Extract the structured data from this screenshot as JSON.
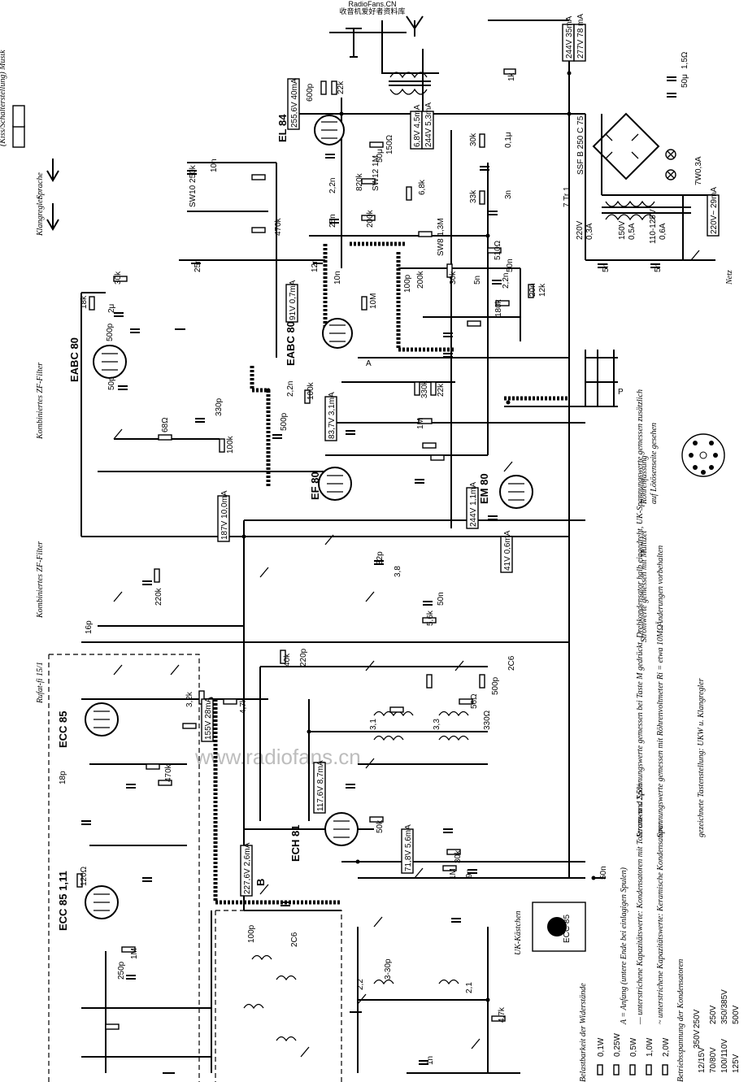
{
  "header": {
    "site_url": "RadioFans.CN",
    "site_tagline": "收音机爱好者资料库"
  },
  "watermark": "www.radiofans.cn",
  "tubes": {
    "v1": "EL 84",
    "v2": "EABC 80",
    "v3": "EABC 80",
    "v4": "EF 80",
    "v5": "EM 80",
    "v6": "ECH 81",
    "v7": "ECC 85",
    "v8": "ECC 85 1,11",
    "v9": "ECC 85"
  },
  "filters": {
    "f1": "Kombiniertes ZF-Filter",
    "f2": "Kombiniertes ZF-Filter",
    "tuner": "Rufat-fi 15/1"
  },
  "power": {
    "transformer": "SSF B 250 C 75",
    "mains": "220V~ 29mA",
    "rail1": "244V 35mA",
    "rail2": "277V 78 mA",
    "fuse": "7W0,3A",
    "tr": "7 Tr 1",
    "tap1": "220V",
    "tap2": "0,3A",
    "tap3": "150V",
    "tap4": "0,5A",
    "tap5": "110-125V",
    "tap6": "0,6A",
    "netz": "Netz"
  },
  "readings": {
    "r1": "255,6V 40mA",
    "r2": "6,8V 4,5mA",
    "r3": "244V 5,3mA",
    "r4": "91V 0,7mA",
    "r5": "83,7V 3,1mA",
    "r6": "187V 10,0mA",
    "r7": "244V 1,1mA",
    "r8": "41V 0,6mA",
    "r9": "155V 28mA",
    "r10": "117,6V 8,7mA",
    "r11": "71,8V 5,6mA",
    "r12": "227,6V 2,6mA"
  },
  "components": {
    "c1": "600p",
    "c2": "22k",
    "c3": "1k",
    "c4": "150Ω",
    "c5": "50μ",
    "c6": "1,5Ω",
    "c7": "50μ",
    "c8": "30k",
    "c9": "0,1μ",
    "c10": "33k",
    "c11": "3n",
    "c12": "10n",
    "c13": "SW10 250k",
    "c14": "SW12 1M",
    "c15": "2,2n",
    "c16": "820k",
    "c17": "6,8k",
    "c18": "470k",
    "c19": "25n",
    "c20": "200k",
    "c21": "SW8 1,3M",
    "c22": "510Ω",
    "c23": "50n",
    "c24": "30k",
    "c25": "12n",
    "c26": "10n",
    "c27": "10M",
    "c28": "25n",
    "c29": "5n",
    "c30": "2,2n",
    "c31": "20n",
    "c32": "12k",
    "c33": "180k",
    "c34": "100p",
    "c35": "200k",
    "c36": "30k",
    "c37": "18k",
    "c38": "2μ",
    "c39": "500p",
    "c40": "50p",
    "c41": "68Ω",
    "c42": "330p",
    "c43": "100k",
    "c44": "2,2n",
    "c45": "100k",
    "c46": "330k",
    "c47": "22k",
    "c48": "1M",
    "c49": "500p",
    "c50": "32p",
    "c51": "3,8",
    "c52": "220k",
    "c53": "16p",
    "c54": "40k",
    "c55": "220p",
    "c56": "500p",
    "c57": "2C6",
    "c58": "56Ω",
    "c59": "330Ω",
    "c60": "4,7k",
    "c61": "3,2k",
    "c62": "470k",
    "c63": "18p",
    "c64": "50k",
    "c65": "30k",
    "c66": "50n",
    "c67": "1M",
    "c68": "120Ω",
    "c69": "250p",
    "c70": "1M",
    "c71": "100p",
    "c72": "2C6",
    "c73": "3-30p",
    "c74": "4,7k",
    "c75": "5,6k",
    "c76": "50n",
    "c77": "9n",
    "c78": "1n",
    "c79": "2,2",
    "c80": "2,1",
    "c81": "3,3",
    "c82": "3,1",
    "c83": "5n",
    "c84": "5n",
    "c85": "250V",
    "c86": "350V"
  },
  "notes": {
    "n1": "(Kiss/Schalterstellung) Musik",
    "n2": "Sprache",
    "n3": "Klangregler",
    "n4": "Röhrenfassung",
    "n5": "auf Lötösenseite gesehen",
    "n6": "Stromwerte gemessen mit Multizet",
    "n7": "Änderungen vorbehalten",
    "n8": "Strom- und Spannungswerte gemessen bei Taste M gedrückt, Drehkondensator halb eingedreht, UK-Spannungswerte gemessen zusätzlich",
    "n9": "Spannungswerte gemessen mit Röhrenvoltmeter Ri = etwa 10MΩ",
    "n10": "gezeichnete Tastenstellung: UKW u. Klangregler",
    "n11": "A = Anfang (untere Ende bei einlagigen Spulen)",
    "n12": "— unterstrichene Kapazitätswerte: Kondensatoren mit Toleranzen ≤ 2,5%",
    "n13": "~ unterstrichene Kapazitätswerte: Keramische Kondensatoren",
    "n14": "UK-Kästchen",
    "n15": "Belastbarkeit der Widerstände",
    "n16": "Betriebsspannung der Kondensatoren"
  },
  "legend": {
    "watts": [
      "0,1W",
      "0,25W",
      "0,5W",
      "1,0W",
      "2,0W"
    ],
    "volts": [
      "12/15V",
      "70/80V",
      "100/110V",
      "125V",
      "250V",
      "350/385V",
      "500V"
    ]
  },
  "letters": {
    "p": "P",
    "b": "B",
    "a": "A"
  }
}
